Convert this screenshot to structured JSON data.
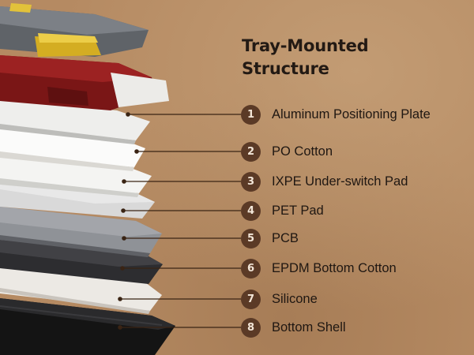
{
  "title": {
    "line1": "Tray-Mounted",
    "line2": "Structure"
  },
  "layers": [
    {
      "number": "1",
      "label": "Aluminum Positioning Plate"
    },
    {
      "number": "2",
      "label": "PO Cotton"
    },
    {
      "number": "3",
      "label": "IXPE Under-switch Pad"
    },
    {
      "number": "4",
      "label": "PET Pad"
    },
    {
      "number": "5",
      "label": "PCB"
    },
    {
      "number": "6",
      "label": "EPDM Bottom Cotton"
    },
    {
      "number": "7",
      "label": "Silicone"
    },
    {
      "number": "8",
      "label": "Bottom Shell"
    }
  ],
  "colors": {
    "background": "#b58a62",
    "marker": "#5b3a26",
    "text": "#1f1712",
    "switch_red": "#8e1a1a",
    "keycap_grey": "#6f7378",
    "keycap_yellow": "#e6c53a"
  }
}
